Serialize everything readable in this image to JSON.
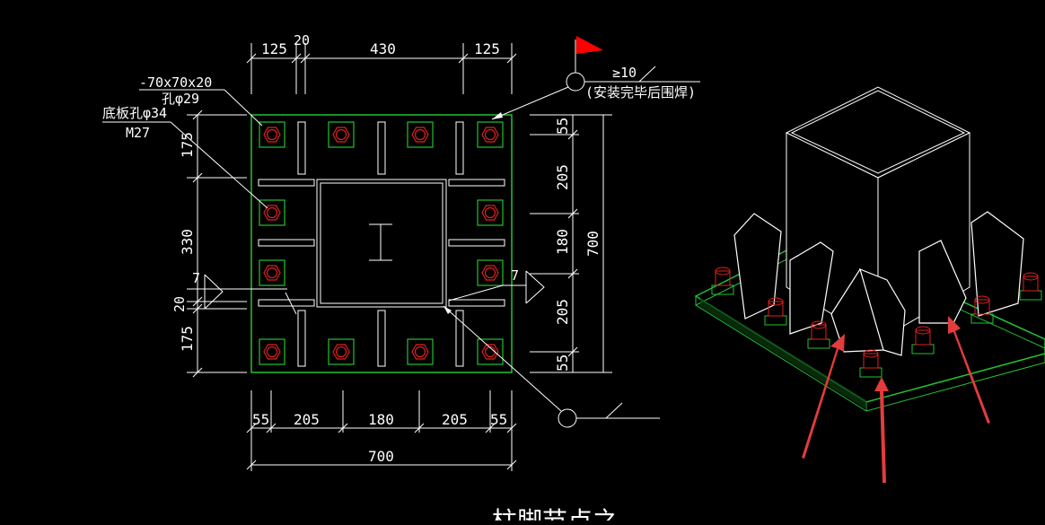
{
  "drawing": {
    "title": "柱脚节点之",
    "colors": {
      "background": "#000000",
      "line": "#ffffff",
      "plate": "#22c032",
      "bolt": "#e02020",
      "flag": "#ff0000",
      "arrow": "#e33c3c"
    },
    "top_dims": {
      "a": "125",
      "b": "20",
      "c": "430",
      "d": "125"
    },
    "bottom_dims": {
      "a": "55",
      "b": "205",
      "c": "180",
      "d": "205",
      "e": "55",
      "total": "700"
    },
    "left_dims": {
      "a": "175",
      "b": "330",
      "c": "20",
      "d": "175"
    },
    "right_dims": {
      "a": "55",
      "b": "205",
      "c": "180",
      "d": "205",
      "e": "55",
      "total": "700"
    },
    "notes": {
      "washer": "-70x70x20",
      "washer_hole": "孔φ29",
      "base_hole": "底板孔φ34",
      "bolt": "M27",
      "weld_size": "≥10",
      "weld_note": "(安装完毕后围焊)"
    },
    "section_marks": {
      "left": "7",
      "right": "7"
    },
    "column_icon": "i-beam-icon"
  }
}
